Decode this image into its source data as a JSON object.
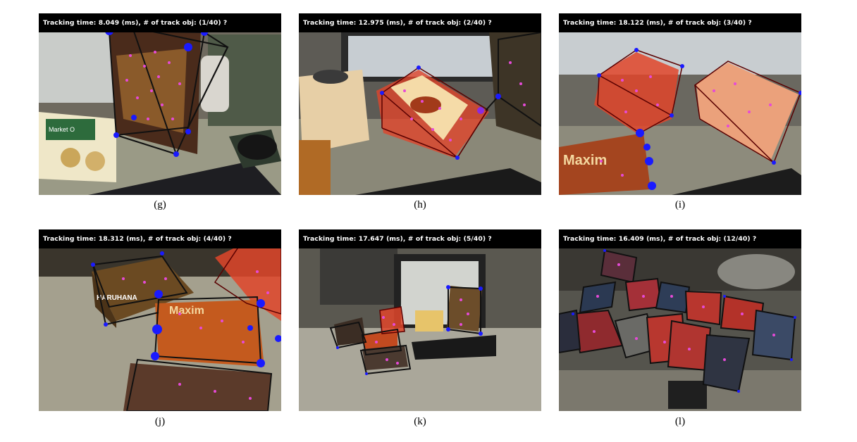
{
  "panels": [
    {
      "banner": "Tracking time: 8.049 (ms), # of track obj: (1/40) ?",
      "caption": "(g)"
    },
    {
      "banner": "Tracking time: 12.975 (ms), # of track obj: (2/40) ?",
      "caption": "(h)"
    },
    {
      "banner": "Tracking time: 18.122 (ms), # of track obj: (3/40) ?",
      "caption": "(i)"
    },
    {
      "banner": "Tracking time: 18.312 (ms), # of track obj: (4/40) ?",
      "caption": "(j)"
    },
    {
      "banner": "Tracking time: 17.647 (ms), # of track obj: (5/40) ?",
      "caption": "(k)"
    },
    {
      "banner": "Tracking time: 16.409 (ms), # of track obj: (12/40) ?",
      "caption": "(l)"
    }
  ],
  "box_labels": {
    "market_o": "Market O",
    "maxim": "Maxim",
    "haruhana": "HARUHANA"
  },
  "colors": {
    "wireframe": "#111111",
    "keypoint": "#e64ad8",
    "corner": "#1a1aff",
    "highlight": "#e0452a"
  }
}
